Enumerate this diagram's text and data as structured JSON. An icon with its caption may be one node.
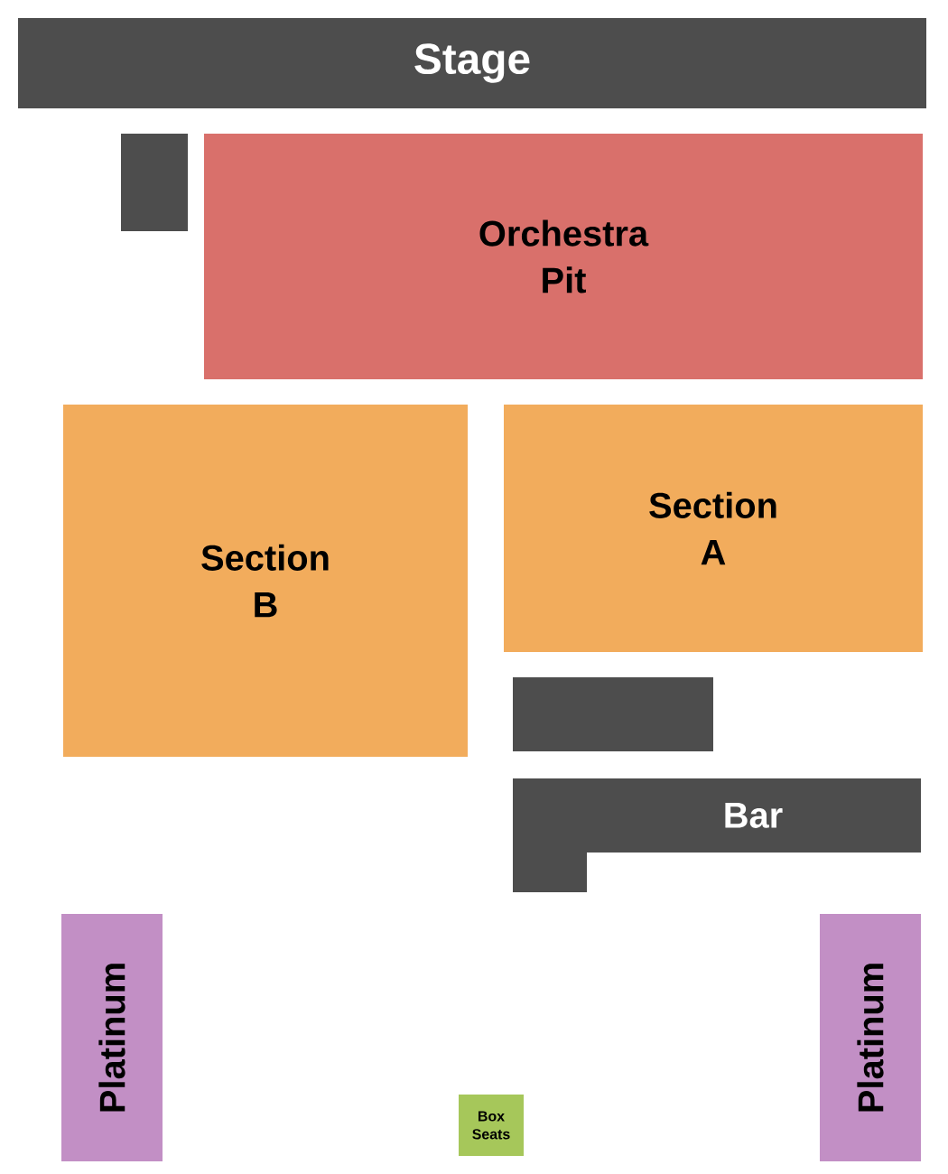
{
  "diagram": {
    "nodes": [
      {
        "text": [
          "Stage"
        ]
      },
      {
        "text": [],
        "shape": "box"
      },
      {
        "text": [
          "Orchestra Pit"
        ]
      },
      {
        "text": [
          "Section B"
        ]
      },
      {
        "text": [
          "Section A"
        ]
      },
      {
        "text": [],
        "shape": "box"
      },
      {
        "text": [
          "Bar"
        ]
      },
      {
        "text": [
          "Platinum"
        ]
      },
      {
        "text": [
          "Box Seats"
        ]
      },
      {
        "text": [
          "Platinum"
        ]
      }
    ]
  }
}
